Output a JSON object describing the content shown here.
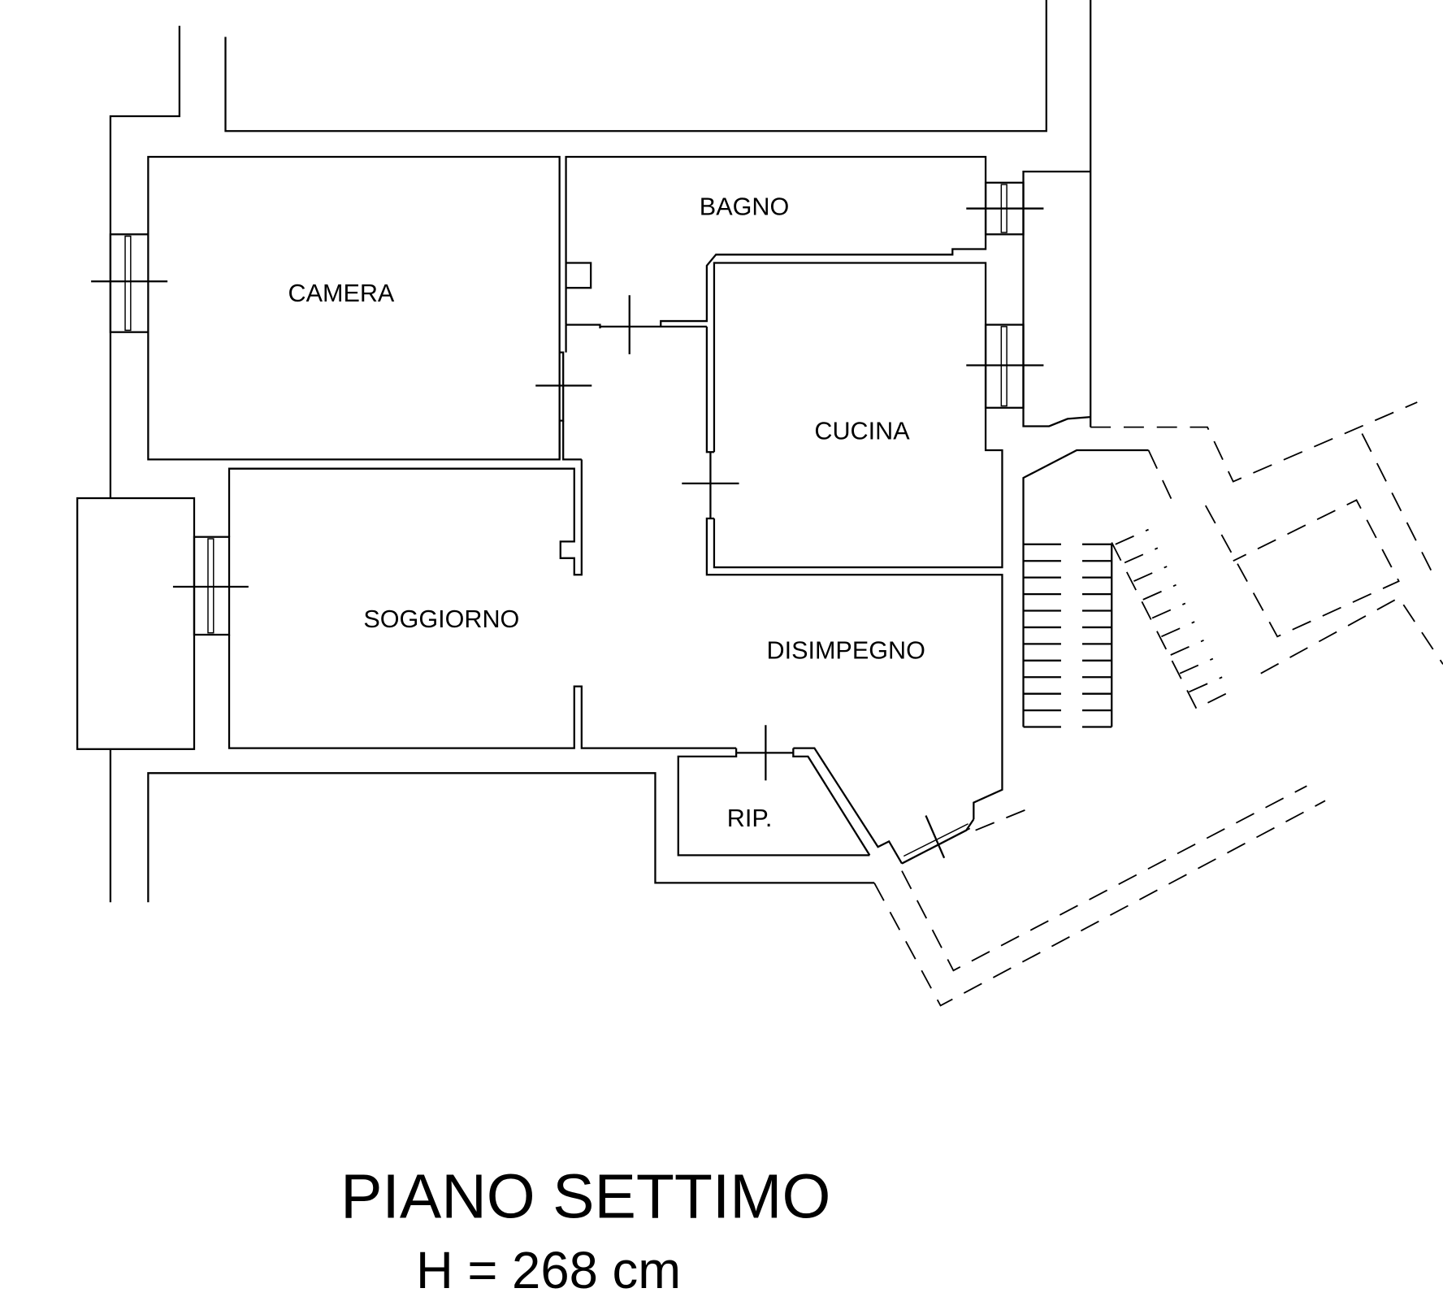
{
  "plan": {
    "rooms": [
      {
        "name": "CAMERA"
      },
      {
        "name": "BAGNO"
      },
      {
        "name": "CUCINA"
      },
      {
        "name": "SOGGIORNO"
      },
      {
        "name": "DISIMPEGNO"
      },
      {
        "name": "RIP."
      }
    ],
    "title": "PIANO SETTIMO",
    "height_note": "H = 268 cm"
  }
}
